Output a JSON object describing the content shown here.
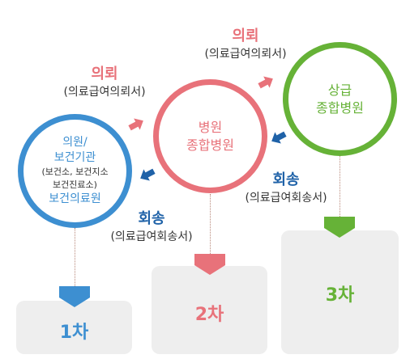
{
  "colors": {
    "blue": "#3d8fd1",
    "pink": "#e8727a",
    "green": "#66b237",
    "pedestal": "#eeeeee",
    "arrow_dark_blue": "#1f62a8",
    "arrow_pink": "#e8727a"
  },
  "tiers": {
    "t1": {
      "label": "1차"
    },
    "t2": {
      "label": "2차"
    },
    "t3": {
      "label": "3차"
    }
  },
  "circles": {
    "clinic": {
      "line1": "의원/",
      "line2": "보건기관",
      "line3": "(보건소, 보건지소",
      "line4": "보건진료소)",
      "line5": "보건의료원"
    },
    "hospital": {
      "line1": "병원",
      "line2": "종합병원"
    },
    "tertiary": {
      "line1": "상급",
      "line2": "종합병원"
    }
  },
  "flows": {
    "referral_1": {
      "title": "의뢰",
      "sub": "(의료급여의뢰서)"
    },
    "referral_2": {
      "title": "의뢰",
      "sub": "(의료급여의뢰서)"
    },
    "return_1": {
      "title": "회송",
      "sub": "(의료급여회송서)"
    },
    "return_2": {
      "title": "회송",
      "sub": "(의료급여회송서)"
    }
  }
}
